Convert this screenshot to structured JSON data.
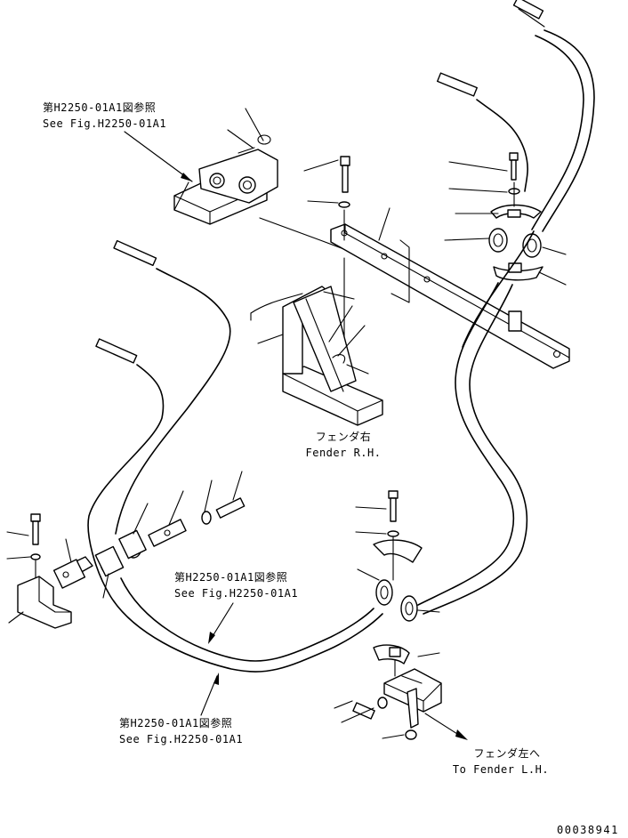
{
  "labels": {
    "ref_top_jp": "第H2250-01A1図参照",
    "ref_top_en": "See Fig.H2250-01A1",
    "fender_rh_jp": "フェンダ右",
    "fender_rh_en": "Fender R.H.",
    "ref_mid_jp": "第H2250-01A1図参照",
    "ref_mid_en": "See Fig.H2250-01A1",
    "ref_bottom_jp": "第H2250-01A1図参照",
    "ref_bottom_en": "See Fig.H2250-01A1",
    "fender_lh_jp": "フェンダ左へ",
    "fender_lh_en": "To Fender L.H.",
    "drawing_number": "00038941"
  }
}
